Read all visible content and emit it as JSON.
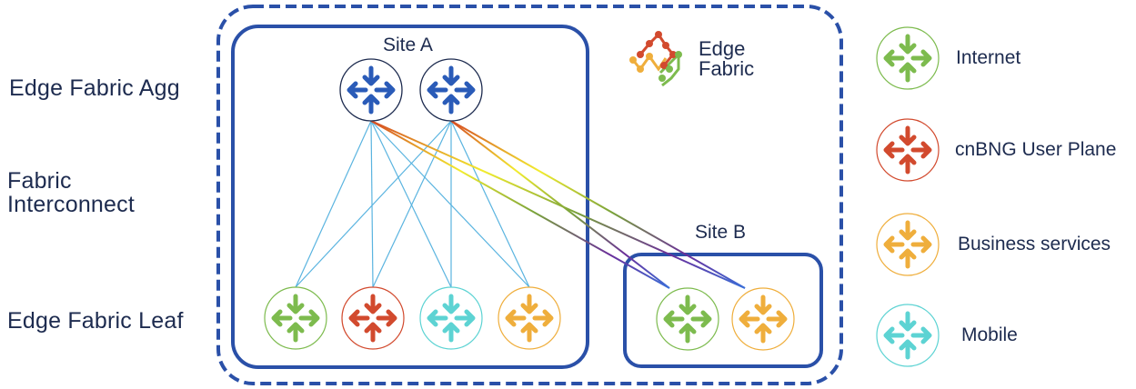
{
  "tiers": {
    "agg": "Edge Fabric Agg",
    "interconnect_line1": "Fabric",
    "interconnect_line2": "Interconnect",
    "leaf": "Edge Fabric Leaf"
  },
  "sites": {
    "a": "Site A",
    "b": "Site B"
  },
  "brand": {
    "line1": "Edge",
    "line2": "Fabric"
  },
  "colors": {
    "fabric_blue": "#2a50a8",
    "agg_arrow": "#2a5bb8",
    "internet": "#7dbb4e",
    "cnbng": "#d24a2e",
    "business": "#efae3c",
    "mobile": "#5dd3d3",
    "link": "#5ab4e0"
  },
  "legend": [
    {
      "label": "Internet",
      "type": "internet"
    },
    {
      "label": "cnBNG User Plane",
      "type": "cnbng"
    },
    {
      "label": "Business services",
      "type": "business"
    },
    {
      "label": "Mobile",
      "type": "mobile"
    }
  ],
  "nodes": {
    "agg": [
      {
        "id": "agg-1",
        "type": "agg"
      },
      {
        "id": "agg-2",
        "type": "agg"
      }
    ],
    "site_a_leaf": [
      {
        "id": "leaf-a-internet",
        "type": "internet"
      },
      {
        "id": "leaf-a-cnbng",
        "type": "cnbng"
      },
      {
        "id": "leaf-a-mobile",
        "type": "mobile"
      },
      {
        "id": "leaf-a-business",
        "type": "business"
      }
    ],
    "site_b_leaf": [
      {
        "id": "leaf-b-internet",
        "type": "internet"
      },
      {
        "id": "leaf-b-business",
        "type": "business"
      }
    ]
  },
  "links": {
    "local": [
      [
        "agg-1",
        "leaf-a-internet"
      ],
      [
        "agg-1",
        "leaf-a-cnbng"
      ],
      [
        "agg-1",
        "leaf-a-mobile"
      ],
      [
        "agg-1",
        "leaf-a-business"
      ],
      [
        "agg-2",
        "leaf-a-internet"
      ],
      [
        "agg-2",
        "leaf-a-cnbng"
      ],
      [
        "agg-2",
        "leaf-a-mobile"
      ],
      [
        "agg-2",
        "leaf-a-business"
      ]
    ],
    "remote": [
      [
        "agg-1",
        "leaf-b-internet"
      ],
      [
        "agg-1",
        "leaf-b-business"
      ],
      [
        "agg-2",
        "leaf-b-internet"
      ],
      [
        "agg-2",
        "leaf-b-business"
      ]
    ]
  }
}
